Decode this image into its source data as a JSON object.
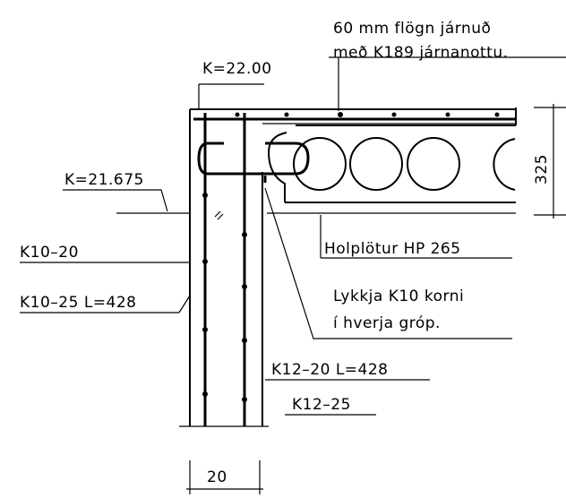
{
  "labels": {
    "mesh_line1": "60 mm flögn járnuð",
    "mesh_line2": "með K189 járnanottu.",
    "k_top": "K=22.00",
    "k_mid": "K=21.675",
    "dim_325": "325",
    "k10_20": "K10–20",
    "k10_25": "K10–25 L=428",
    "holplotur": "Holplötur HP 265",
    "lykkja_line1": "Lykkja K10 korni",
    "lykkja_line2": "í hverja gróp.",
    "k12_20": "K12–20 L=428",
    "k12_25": "K12–25",
    "dim_20": "20"
  }
}
